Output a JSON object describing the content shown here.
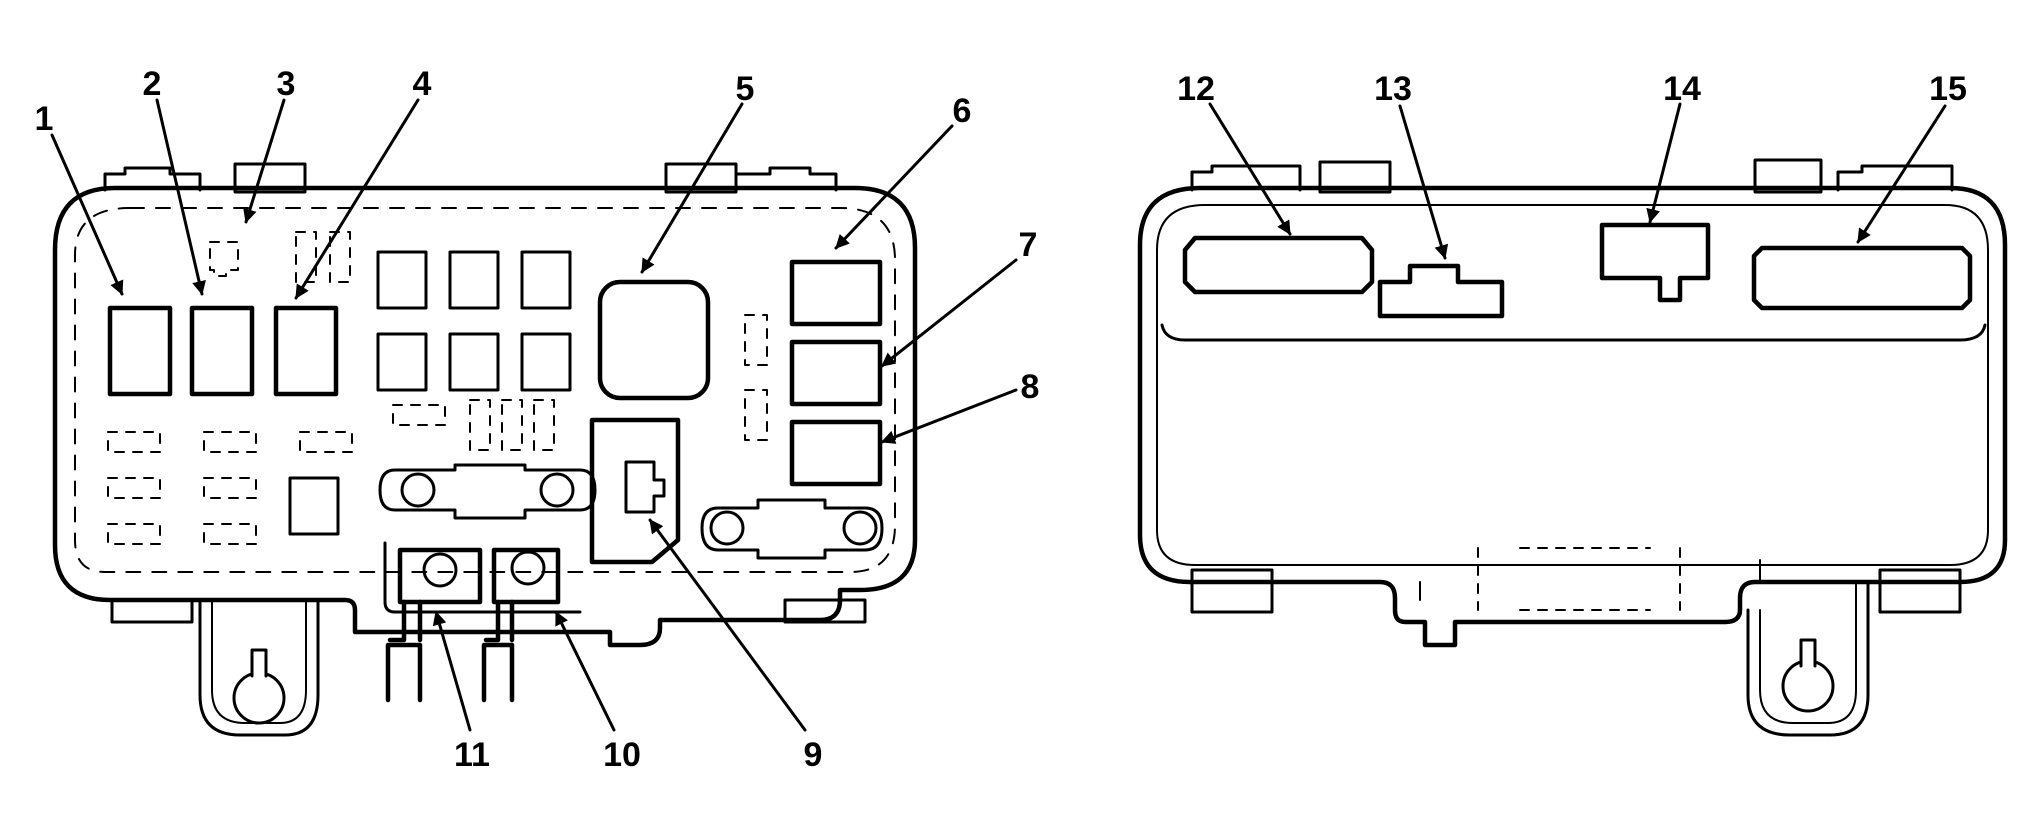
{
  "diagram": {
    "left_view": {
      "callouts": [
        {
          "id": "1",
          "label": "1"
        },
        {
          "id": "2",
          "label": "2"
        },
        {
          "id": "3",
          "label": "3"
        },
        {
          "id": "4",
          "label": "4"
        },
        {
          "id": "5",
          "label": "5"
        },
        {
          "id": "6",
          "label": "6"
        },
        {
          "id": "7",
          "label": "7"
        },
        {
          "id": "8",
          "label": "8"
        },
        {
          "id": "9",
          "label": "9"
        },
        {
          "id": "10",
          "label": "10"
        },
        {
          "id": "11",
          "label": "11"
        }
      ]
    },
    "right_view": {
      "callouts": [
        {
          "id": "12",
          "label": "12"
        },
        {
          "id": "13",
          "label": "13"
        },
        {
          "id": "14",
          "label": "14"
        },
        {
          "id": "15",
          "label": "15"
        }
      ]
    }
  }
}
